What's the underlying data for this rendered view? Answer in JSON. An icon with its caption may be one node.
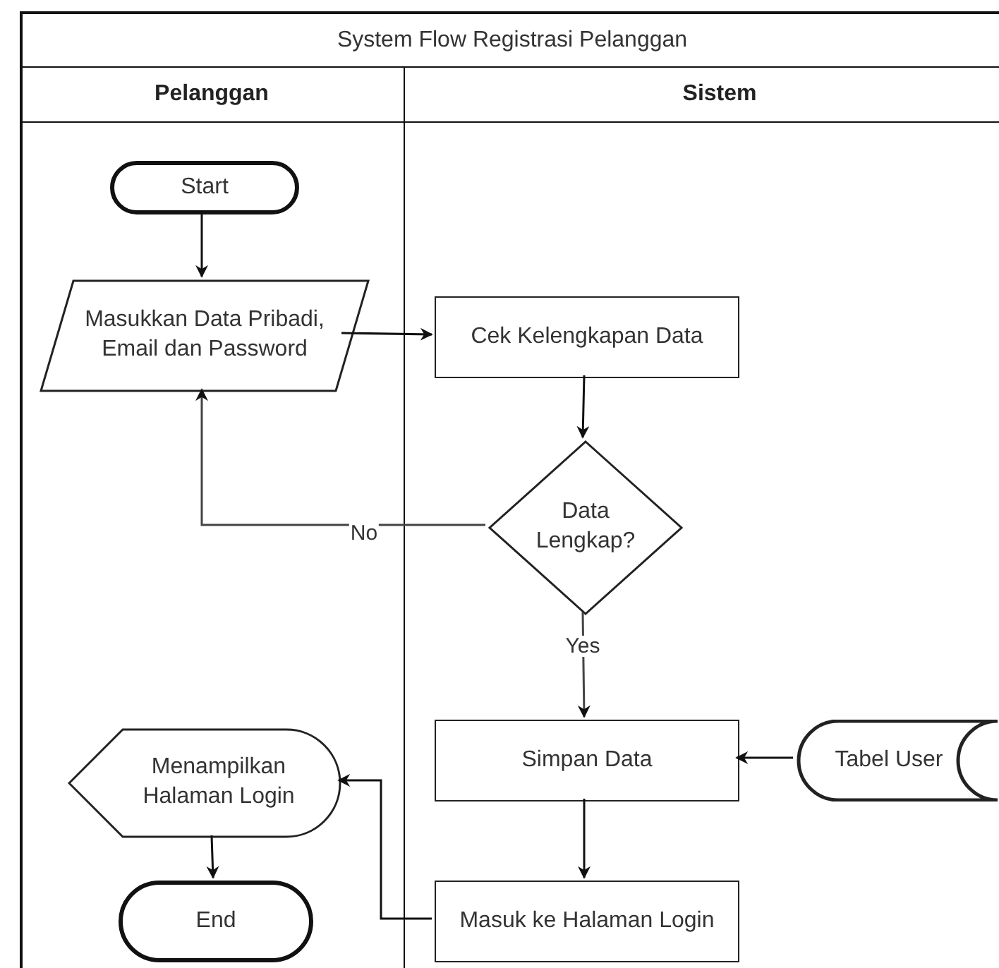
{
  "diagram": {
    "nodes": [
      {
        "text": [
          "System Flow Registrasi Pelanggan"
        ]
      },
      {
        "text": [
          "Pelanggan"
        ],
        "in": 0
      },
      {
        "text": [
          "Sistem"
        ],
        "in": 0
      },
      {
        "text": [
          "Start"
        ],
        "in": 1
      },
      {
        "text": [
          "Masukkan Data Pribadi, Email dan Password"
        ],
        "in": 1
      },
      {
        "text": [
          "Cek Kelengkapan Data"
        ],
        "in": 2
      },
      {
        "text": [
          "Data Lengkap?"
        ],
        "in": 2
      },
      {
        "text": [
          "Simpan Data"
        ],
        "in": 2
      },
      {
        "text": [
          "Tabel User"
        ],
        "in": 2
      },
      {
        "text": [
          "Menampilkan Halaman Login"
        ],
        "in": 1
      },
      {
        "text": [
          "Masuk ke Halaman Login"
        ],
        "in": 2
      },
      {
        "text": [
          "End"
        ],
        "in": 1
      }
    ],
    "edges": [
      {
        "from": 3,
        "to": 4,
        "arrow": "to"
      },
      {
        "from": 4,
        "to": 5,
        "arrow": "to"
      },
      {
        "from": 5,
        "to": 6,
        "arrow": "to"
      },
      {
        "from": 6,
        "to": 4,
        "arrow": "to",
        "label": "No"
      },
      {
        "from": 6,
        "to": 7,
        "arrow": "to",
        "label": "Yes"
      },
      {
        "from": 8,
        "to": 7,
        "arrow": "to"
      },
      {
        "from": 7,
        "to": 10,
        "arrow": "to"
      },
      {
        "from": 10,
        "to": 9,
        "arrow": "to"
      },
      {
        "from": 9,
        "to": 11,
        "arrow": "to"
      }
    ]
  }
}
